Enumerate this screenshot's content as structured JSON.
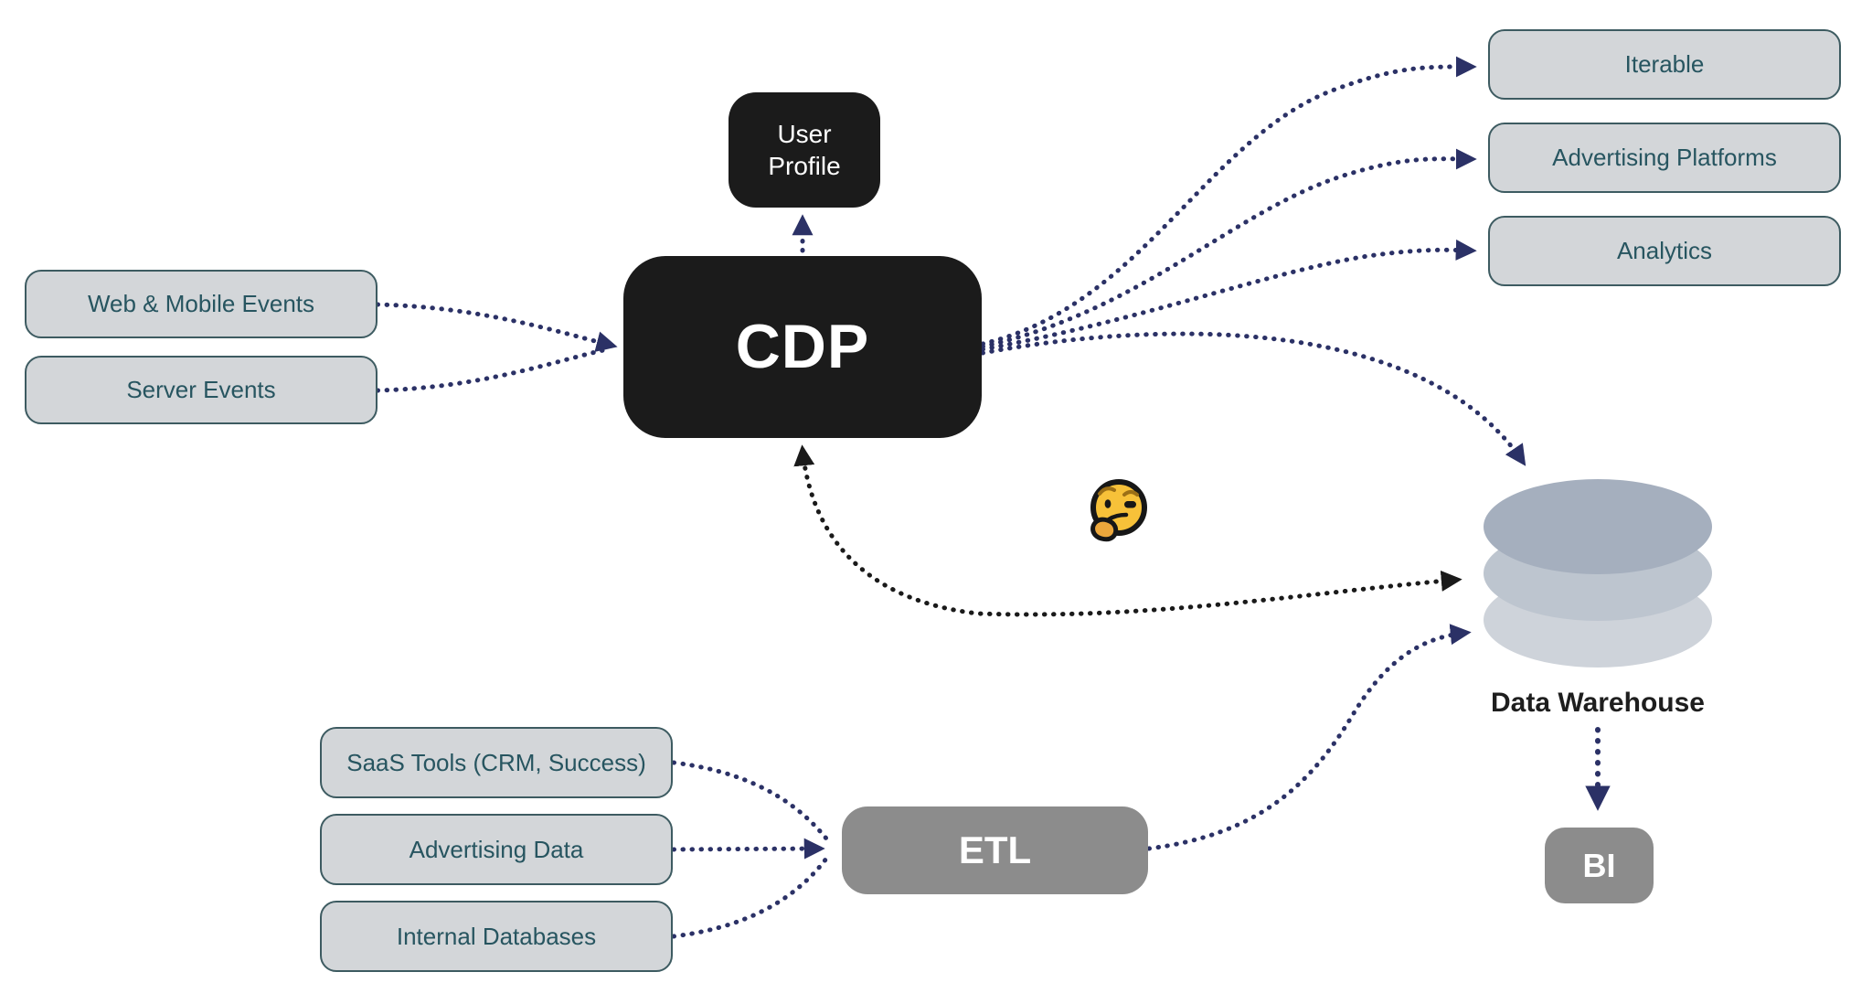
{
  "diagram": {
    "title": "CDP data flow diagram",
    "nodes": {
      "web_mobile_events": {
        "label": "Web & Mobile Events",
        "style": "light"
      },
      "server_events": {
        "label": "Server Events",
        "style": "light"
      },
      "user_profile": {
        "label": "User Profile",
        "style": "dark"
      },
      "cdp": {
        "label": "CDP",
        "style": "dark"
      },
      "iterable": {
        "label": "Iterable",
        "style": "light"
      },
      "advertising_platforms": {
        "label": "Advertising Platforms",
        "style": "light"
      },
      "analytics": {
        "label": "Analytics",
        "style": "light"
      },
      "data_warehouse": {
        "label": "Data Warehouse",
        "style": "database-cylinder"
      },
      "saas_tools": {
        "label": "SaaS Tools (CRM, Success)",
        "style": "light"
      },
      "advertising_data": {
        "label": "Advertising Data",
        "style": "light"
      },
      "internal_databases": {
        "label": "Internal Databases",
        "style": "light"
      },
      "etl": {
        "label": "ETL",
        "style": "gray"
      },
      "bi": {
        "label": "BI",
        "style": "gray"
      }
    },
    "edges": [
      {
        "from": "web_mobile_events",
        "to": "cdp",
        "color": "navy",
        "line": "dotted"
      },
      {
        "from": "server_events",
        "to": "cdp",
        "color": "navy",
        "line": "dotted"
      },
      {
        "from": "cdp",
        "to": "user_profile",
        "color": "navy",
        "line": "dotted"
      },
      {
        "from": "cdp",
        "to": "iterable",
        "color": "navy",
        "line": "dotted"
      },
      {
        "from": "cdp",
        "to": "advertising_platforms",
        "color": "navy",
        "line": "dotted"
      },
      {
        "from": "cdp",
        "to": "analytics",
        "color": "navy",
        "line": "dotted"
      },
      {
        "from": "cdp",
        "to": "data_warehouse",
        "color": "navy",
        "line": "dotted"
      },
      {
        "from": "data_warehouse",
        "to": "cdp",
        "color": "black",
        "line": "dotted",
        "bidirectional": true
      },
      {
        "from": "saas_tools",
        "to": "etl",
        "color": "navy",
        "line": "dotted"
      },
      {
        "from": "advertising_data",
        "to": "etl",
        "color": "navy",
        "line": "dotted"
      },
      {
        "from": "internal_databases",
        "to": "etl",
        "color": "navy",
        "line": "dotted"
      },
      {
        "from": "etl",
        "to": "data_warehouse",
        "color": "navy",
        "line": "dotted"
      },
      {
        "from": "data_warehouse",
        "to": "bi",
        "color": "navy",
        "line": "dotted"
      }
    ],
    "decorations": [
      {
        "name": "thinking-face-emoji"
      }
    ],
    "colors": {
      "background": "#ffffff",
      "light_node_fill": "#d3d6d9",
      "light_node_border": "#3d5b61",
      "light_node_text": "#275560",
      "dark_node_fill": "#1b1b1b",
      "dark_node_text": "#ffffff",
      "gray_node_fill": "#8c8c8c",
      "arrow_navy": "#2b3166",
      "arrow_black": "#1a1a1a",
      "db_top_ellipse": "#a5afbe",
      "db_middle_ellipse": "#bdc5cf",
      "db_bottom_ellipse": "#ced3da",
      "emoji_face": "#f7c139"
    }
  }
}
